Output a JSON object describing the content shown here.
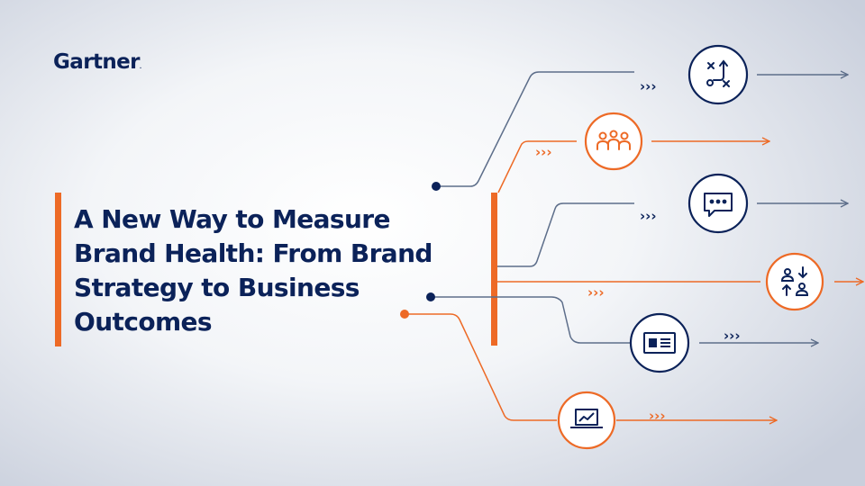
{
  "brand": {
    "logo_text": "Gartner",
    "logo_mark": "."
  },
  "title": {
    "lines": [
      "A New Way to Measure",
      "Brand Health: From Brand",
      "Strategy to Business",
      "Outcomes"
    ]
  },
  "decoration": {
    "chevron_text": "›››",
    "colors": {
      "navy": "#0b2259",
      "slate": "#5d6e8a",
      "orange": "#ed6a26"
    },
    "icons": [
      "strategy-icon",
      "team-icon",
      "chat-icon",
      "exchange-icon",
      "id-card-icon",
      "laptop-chart-icon"
    ]
  }
}
